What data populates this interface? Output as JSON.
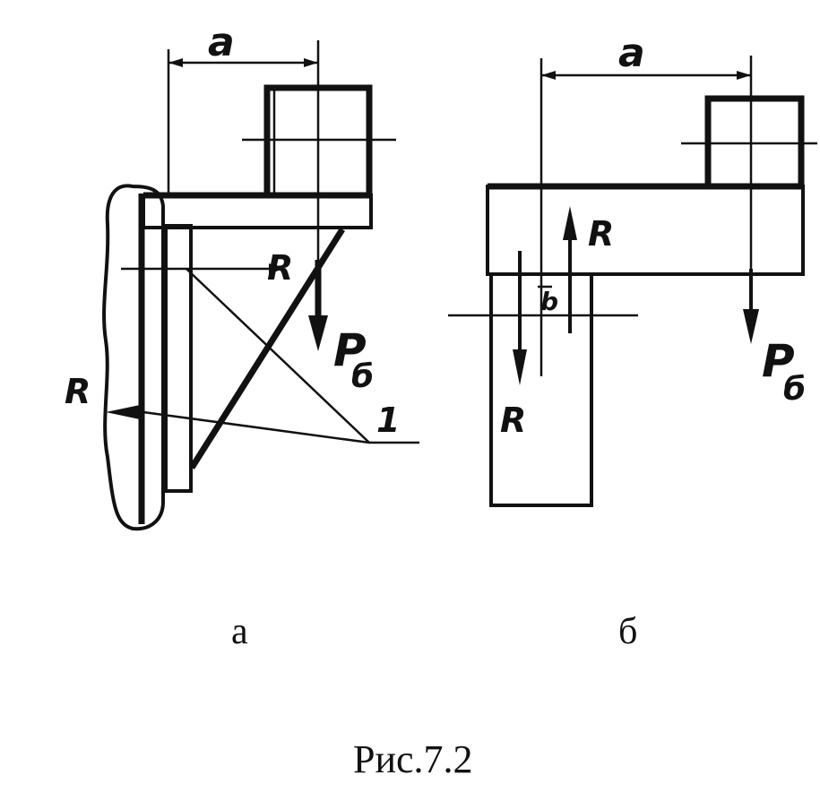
{
  "figure": {
    "caption": "Рис.7.2",
    "panel_a": {
      "sublabel": "а",
      "dim_label": "a",
      "force_R_top": "R",
      "force_R_left": "R",
      "load_main": "P",
      "load_sub": "б",
      "leader_number": "1"
    },
    "panel_b": {
      "sublabel": "б",
      "dim_label": "a",
      "force_R_up": "R",
      "force_R_down": "R",
      "load_main": "P",
      "load_sub": "б",
      "gap_label": "b"
    }
  }
}
